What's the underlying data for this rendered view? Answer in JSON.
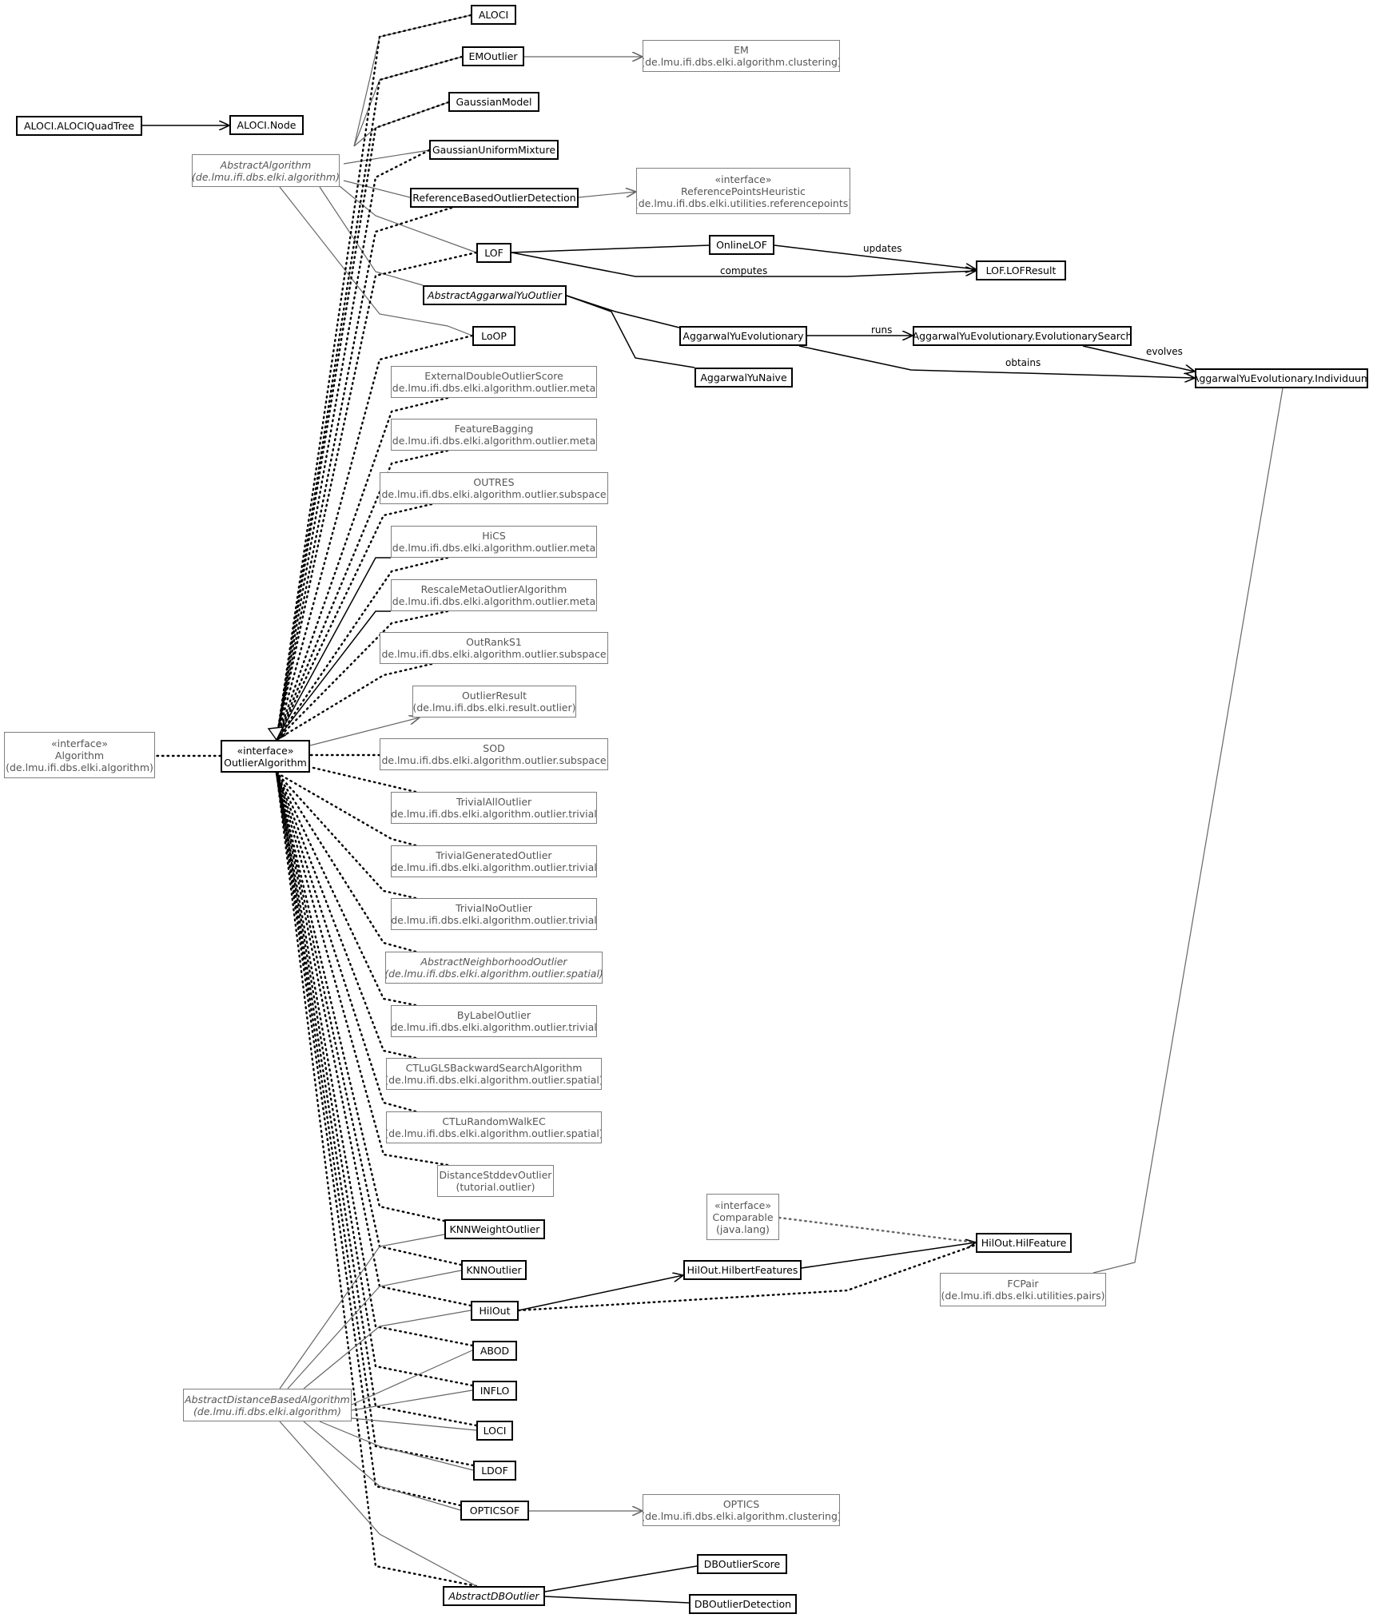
{
  "nodes": [
    {
      "id": "aloci",
      "lines": [
        "ALOCI"
      ],
      "kind": "main"
    },
    {
      "id": "emoutlier",
      "lines": [
        "EMOutlier"
      ],
      "kind": "main"
    },
    {
      "id": "em",
      "lines": [
        "EM",
        "(de.lmu.ifi.dbs.elki.algorithm.clustering)"
      ],
      "kind": "ext"
    },
    {
      "id": "aloci-quadtree",
      "lines": [
        "ALOCI.ALOCIQuadTree"
      ],
      "kind": "main"
    },
    {
      "id": "aloci-node",
      "lines": [
        "ALOCI.Node"
      ],
      "kind": "main"
    },
    {
      "id": "gaussian-model",
      "lines": [
        "GaussianModel"
      ],
      "kind": "main"
    },
    {
      "id": "abstract-algorithm",
      "lines": [
        "AbstractAlgorithm",
        "(de.lmu.ifi.dbs.elki.algorithm)"
      ],
      "kind": "ext",
      "italic": true
    },
    {
      "id": "gaussian-uniform-mixture",
      "lines": [
        "GaussianUniformMixture"
      ],
      "kind": "main"
    },
    {
      "id": "reference-based-outlier-detection",
      "lines": [
        "ReferenceBasedOutlierDetection"
      ],
      "kind": "main"
    },
    {
      "id": "reference-points-heuristic",
      "lines": [
        "«interface»",
        "ReferencePointsHeuristic",
        "(de.lmu.ifi.dbs.elki.utilities.referencepoints)"
      ],
      "kind": "ext"
    },
    {
      "id": "lof",
      "lines": [
        "LOF"
      ],
      "kind": "main"
    },
    {
      "id": "online-lof",
      "lines": [
        "OnlineLOF"
      ],
      "kind": "main"
    },
    {
      "id": "lof-result",
      "lines": [
        "LOF.LOFResult"
      ],
      "kind": "main"
    },
    {
      "id": "abstract-aggarwal-yu-outlier",
      "lines": [
        "AbstractAggarwalYuOutlier"
      ],
      "kind": "main",
      "italic": true
    },
    {
      "id": "loop",
      "lines": [
        "LoOP"
      ],
      "kind": "main"
    },
    {
      "id": "aggarwal-yu-evolutionary",
      "lines": [
        "AggarwalYuEvolutionary"
      ],
      "kind": "main"
    },
    {
      "id": "evolutionary-search",
      "lines": [
        "AggarwalYuEvolutionary.EvolutionarySearch"
      ],
      "kind": "main"
    },
    {
      "id": "aggarwal-yu-naive",
      "lines": [
        "AggarwalYuNaive"
      ],
      "kind": "main"
    },
    {
      "id": "individuum",
      "lines": [
        "AggarwalYuEvolutionary.Individuum"
      ],
      "kind": "main"
    },
    {
      "id": "external-double-outlier-score",
      "lines": [
        "ExternalDoubleOutlierScore",
        "(de.lmu.ifi.dbs.elki.algorithm.outlier.meta)"
      ],
      "kind": "ext"
    },
    {
      "id": "feature-bagging",
      "lines": [
        "FeatureBagging",
        "(de.lmu.ifi.dbs.elki.algorithm.outlier.meta)"
      ],
      "kind": "ext"
    },
    {
      "id": "outres",
      "lines": [
        "OUTRES",
        "(de.lmu.ifi.dbs.elki.algorithm.outlier.subspace)"
      ],
      "kind": "ext"
    },
    {
      "id": "hics",
      "lines": [
        "HiCS",
        "(de.lmu.ifi.dbs.elki.algorithm.outlier.meta)"
      ],
      "kind": "ext"
    },
    {
      "id": "rescale-meta-outlier",
      "lines": [
        "RescaleMetaOutlierAlgorithm",
        "(de.lmu.ifi.dbs.elki.algorithm.outlier.meta)"
      ],
      "kind": "ext"
    },
    {
      "id": "outranks1",
      "lines": [
        "OutRankS1",
        "(de.lmu.ifi.dbs.elki.algorithm.outlier.subspace)"
      ],
      "kind": "ext"
    },
    {
      "id": "outlier-result",
      "lines": [
        "OutlierResult",
        "(de.lmu.ifi.dbs.elki.result.outlier)"
      ],
      "kind": "ext"
    },
    {
      "id": "algorithm",
      "lines": [
        "«interface»",
        "Algorithm",
        "(de.lmu.ifi.dbs.elki.algorithm)"
      ],
      "kind": "ext"
    },
    {
      "id": "outlier-algorithm",
      "lines": [
        "«interface»",
        "OutlierAlgorithm"
      ],
      "kind": "main"
    },
    {
      "id": "sod",
      "lines": [
        "SOD",
        "(de.lmu.ifi.dbs.elki.algorithm.outlier.subspace)"
      ],
      "kind": "ext"
    },
    {
      "id": "trivial-all-outlier",
      "lines": [
        "TrivialAllOutlier",
        "(de.lmu.ifi.dbs.elki.algorithm.outlier.trivial)"
      ],
      "kind": "ext"
    },
    {
      "id": "trivial-generated-outlier",
      "lines": [
        "TrivialGeneratedOutlier",
        "(de.lmu.ifi.dbs.elki.algorithm.outlier.trivial)"
      ],
      "kind": "ext"
    },
    {
      "id": "trivial-no-outlier",
      "lines": [
        "TrivialNoOutlier",
        "(de.lmu.ifi.dbs.elki.algorithm.outlier.trivial)"
      ],
      "kind": "ext"
    },
    {
      "id": "abstract-neighborhood-outlier",
      "lines": [
        "AbstractNeighborhoodOutlier",
        "(de.lmu.ifi.dbs.elki.algorithm.outlier.spatial)"
      ],
      "kind": "ext",
      "italic": true
    },
    {
      "id": "by-label-outlier",
      "lines": [
        "ByLabelOutlier",
        "(de.lmu.ifi.dbs.elki.algorithm.outlier.trivial)"
      ],
      "kind": "ext"
    },
    {
      "id": "ctlu-gls",
      "lines": [
        "CTLuGLSBackwardSearchAlgorithm",
        "(de.lmu.ifi.dbs.elki.algorithm.outlier.spatial)"
      ],
      "kind": "ext"
    },
    {
      "id": "ctlu-random-walk",
      "lines": [
        "CTLuRandomWalkEC",
        "(de.lmu.ifi.dbs.elki.algorithm.outlier.spatial)"
      ],
      "kind": "ext"
    },
    {
      "id": "distance-stddev-outlier",
      "lines": [
        "DistanceStddevOutlier",
        "(tutorial.outlier)"
      ],
      "kind": "ext"
    },
    {
      "id": "comparable",
      "lines": [
        "«interface»",
        "Comparable",
        "(java.lang)"
      ],
      "kind": "ext"
    },
    {
      "id": "knn-weight-outlier",
      "lines": [
        "KNNWeightOutlier"
      ],
      "kind": "main"
    },
    {
      "id": "hilout-hilfeature",
      "lines": [
        "HilOut.HilFeature"
      ],
      "kind": "main"
    },
    {
      "id": "knn-outlier",
      "lines": [
        "KNNOutlier"
      ],
      "kind": "main"
    },
    {
      "id": "hilout-hilbertfeatures",
      "lines": [
        "HilOut.HilbertFeatures"
      ],
      "kind": "main"
    },
    {
      "id": "fcpair",
      "lines": [
        "FCPair",
        "(de.lmu.ifi.dbs.elki.utilities.pairs)"
      ],
      "kind": "ext"
    },
    {
      "id": "hilout",
      "lines": [
        "HilOut"
      ],
      "kind": "main"
    },
    {
      "id": "abod",
      "lines": [
        "ABOD"
      ],
      "kind": "main"
    },
    {
      "id": "inflo",
      "lines": [
        "INFLO"
      ],
      "kind": "main"
    },
    {
      "id": "abstract-distance-based-algorithm",
      "lines": [
        "AbstractDistanceBasedAlgorithm",
        "(de.lmu.ifi.dbs.elki.algorithm)"
      ],
      "kind": "ext",
      "italic": true
    },
    {
      "id": "loci",
      "lines": [
        "LOCI"
      ],
      "kind": "main"
    },
    {
      "id": "ldof",
      "lines": [
        "LDOF"
      ],
      "kind": "main"
    },
    {
      "id": "opticsof",
      "lines": [
        "OPTICSOF"
      ],
      "kind": "main"
    },
    {
      "id": "optics",
      "lines": [
        "OPTICS",
        "(de.lmu.ifi.dbs.elki.algorithm.clustering)"
      ],
      "kind": "ext"
    },
    {
      "id": "db-outlier-score",
      "lines": [
        "DBOutlierScore"
      ],
      "kind": "main"
    },
    {
      "id": "abstract-db-outlier",
      "lines": [
        "AbstractDBOutlier"
      ],
      "kind": "main",
      "italic": true
    },
    {
      "id": "db-outlier-detection",
      "lines": [
        "DBOutlierDetection"
      ],
      "kind": "main"
    }
  ],
  "edge_labels": {
    "updates": "updates",
    "computes": "computes",
    "runs": "runs",
    "evolves": "evolves",
    "obtains": "obtains"
  },
  "colors": {
    "main_border": "#000000",
    "external_border": "#7f7f7f",
    "external_text": "#555555",
    "edge_dark": "#000000",
    "edge_grey": "#666666"
  }
}
